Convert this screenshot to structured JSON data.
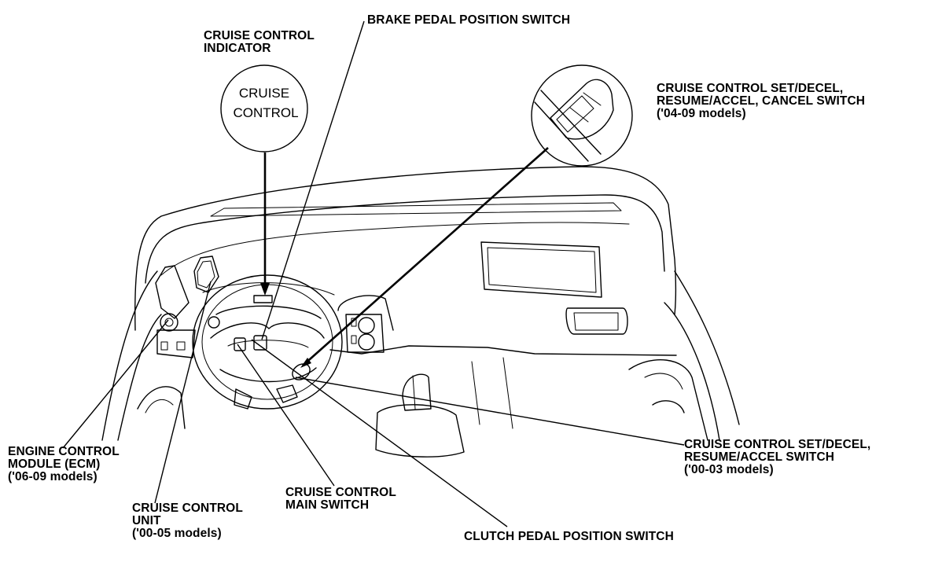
{
  "labels": {
    "cruise_indicator": [
      "CRUISE CONTROL",
      "INDICATOR"
    ],
    "brake_switch": [
      "BRAKE PEDAL POSITION SWITCH"
    ],
    "set_resume_cancel_switch": [
      "CRUISE CONTROL SET/DECEL,",
      "RESUME/ACCEL, CANCEL SWITCH",
      "('04-09 models)"
    ],
    "ecm": [
      "ENGINE CONTROL",
      "MODULE (ECM)",
      "('06-09 models)"
    ],
    "control_unit": [
      "CRUISE CONTROL",
      "UNIT",
      "('00-05 models)"
    ],
    "main_switch": [
      "CRUISE CONTROL",
      "MAIN SWITCH"
    ],
    "set_resume_switch": [
      "CRUISE CONTROL SET/DECEL,",
      "RESUME/ACCEL SWITCH",
      "('00-03 models)"
    ],
    "clutch_switch": [
      "CLUTCH PEDAL POSITION SWITCH"
    ]
  },
  "indicator_callout": {
    "line1": "CRUISE",
    "line2": "CONTROL"
  }
}
